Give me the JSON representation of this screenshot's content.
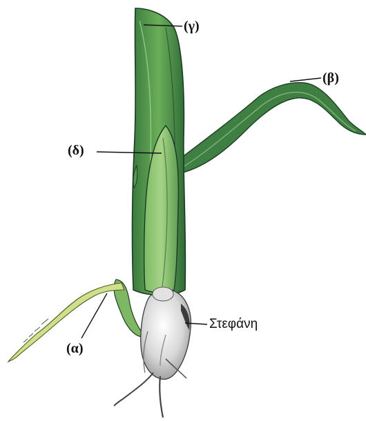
{
  "labels": {
    "gamma": "(γ)",
    "beta": "(β)",
    "delta": "(δ)",
    "alpha": "(α)",
    "crown": "Στεφάνη"
  },
  "colors": {
    "leaf_dark": "#2f6e3a",
    "leaf_mid": "#4f9a4c",
    "leaf_light": "#7fbd69",
    "coleoptile": "#9ccc6e",
    "root_yellow": "#c9dd7a",
    "tuber_light": "#e8e8e8",
    "tuber_shadow": "#9a9a9a",
    "line": "#1a1a1a"
  }
}
